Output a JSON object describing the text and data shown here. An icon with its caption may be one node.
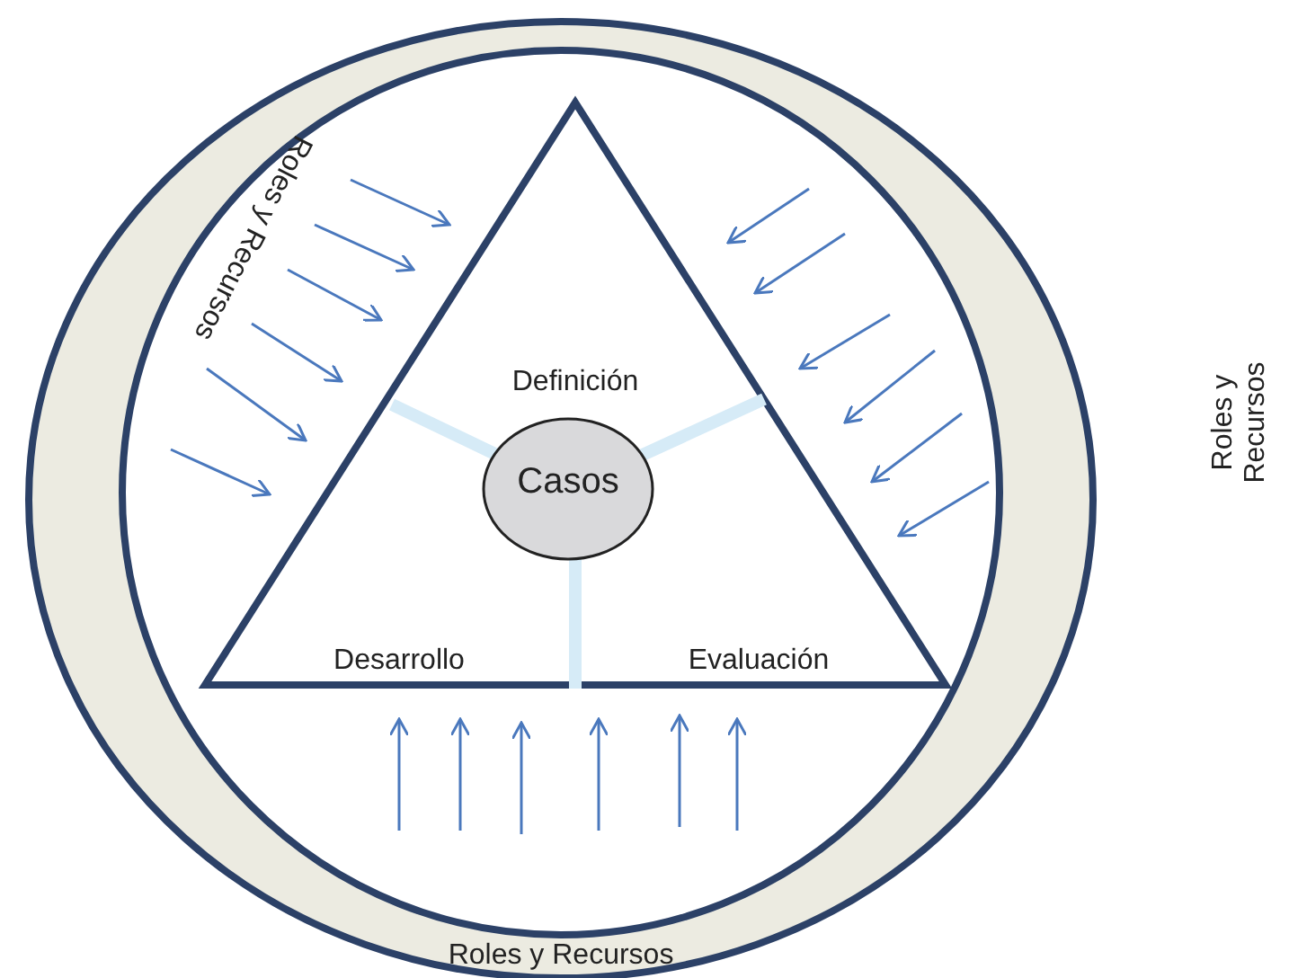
{
  "diagram": {
    "nodes": [
      {
        "text": [
          "Roles y Recursos",
          "Roles y Recursos"
        ]
      },
      {
        "text": [
          "Definición",
          "Desarrollo",
          "Evaluación"
        ],
        "in": 0
      },
      {
        "text": [
          "Casos"
        ],
        "in": 1
      }
    ],
    "edges": [],
    "labels": [
      "Roles y Recursos"
    ]
  }
}
